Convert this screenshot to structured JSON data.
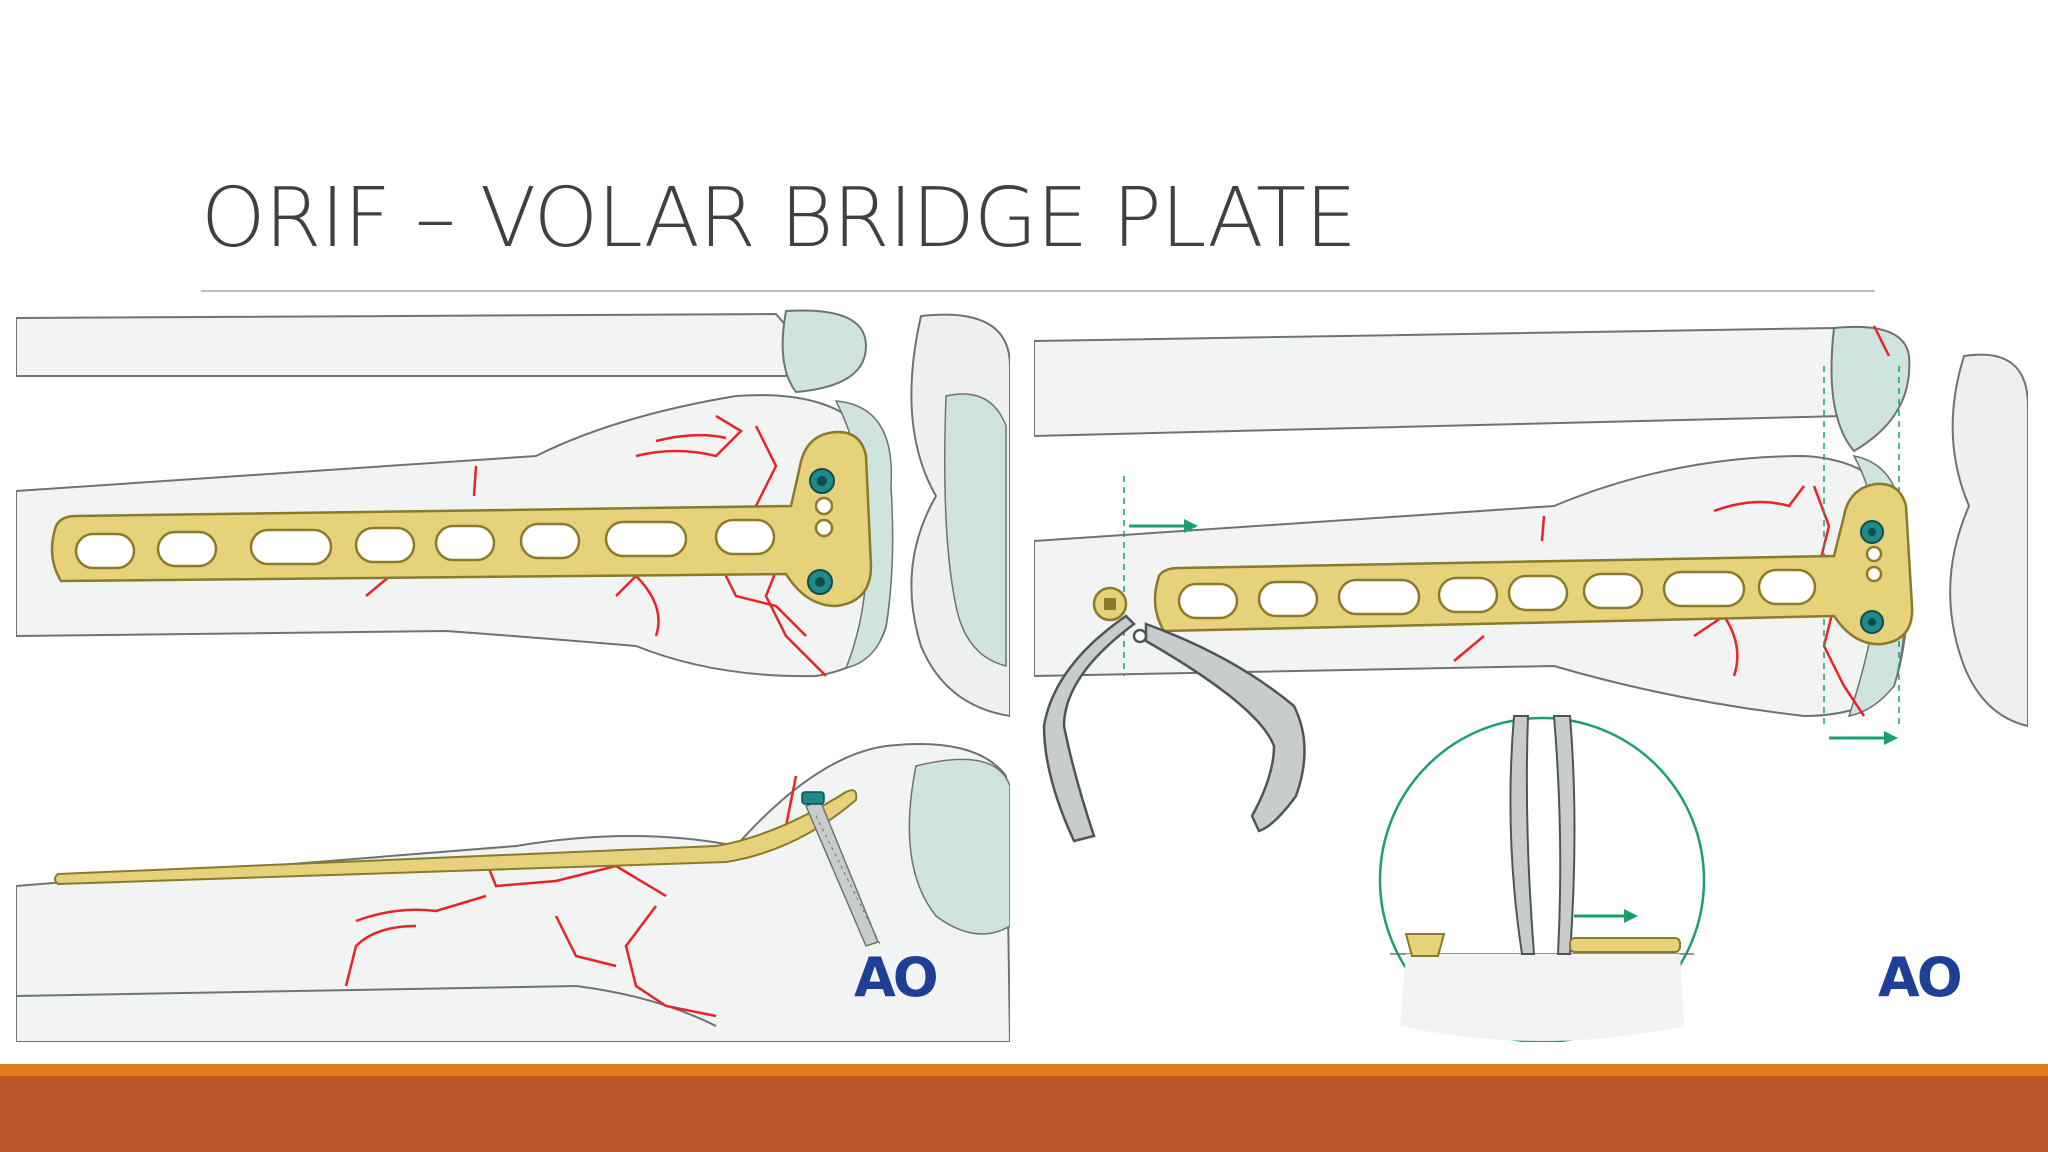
{
  "slide": {
    "title": "ORIF – VOLAR BRIDGE PLATE"
  },
  "figures": {
    "left": {
      "logo_text": "AO"
    },
    "right": {
      "logo_text": "AO"
    }
  },
  "colors": {
    "title": "#404040",
    "rule": "#bfbfbf",
    "plate": "#e6d27a",
    "plate_outline": "#8a7a2c",
    "screw_head": "#1f8a8a",
    "fracture_line": "#e8242a",
    "bone_fill": "#f2f3f3",
    "bone_outline": "#6d7375",
    "cartilage": "#cfe3df",
    "instrument": "#c9cccd",
    "arrow": "#1aa06a",
    "logo": "#1f3f96",
    "band_thin": "#e07b20",
    "band_thick": "#bb5628"
  }
}
